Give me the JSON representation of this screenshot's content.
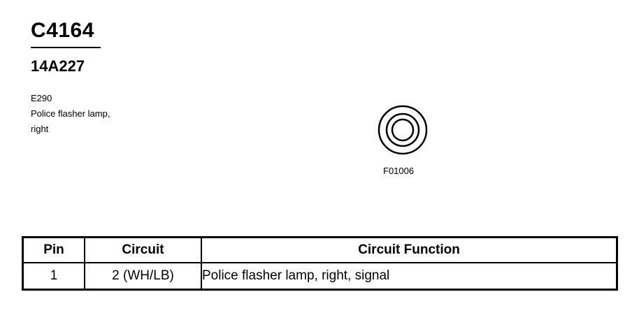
{
  "header": {
    "connector_id": "C4164",
    "part_number": "14A227"
  },
  "description": {
    "code": "E290",
    "line1": "Police flasher lamp,",
    "line2": "right"
  },
  "figure": {
    "code": "F01006"
  },
  "pin_table": {
    "headers": {
      "pin": "Pin",
      "circuit": "Circuit",
      "function": "Circuit Function"
    },
    "rows": [
      {
        "pin": "1",
        "circuit": "2 (WH/LB)",
        "function": "Police flasher lamp, right, signal"
      }
    ]
  }
}
